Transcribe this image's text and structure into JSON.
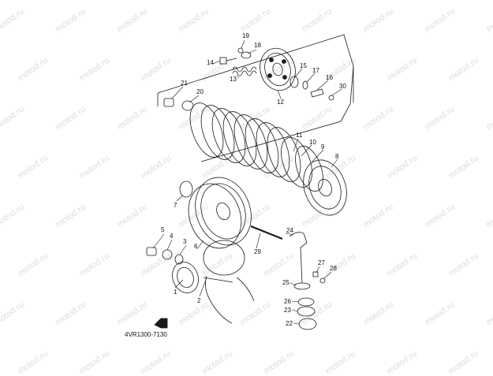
{
  "diagram": {
    "figure_code": "4VR1300-7130",
    "watermark_text": "motod.ru",
    "callouts": [
      "19",
      "18",
      "14",
      "13",
      "12",
      "15",
      "17",
      "16",
      "30",
      "21",
      "20",
      "11",
      "10",
      "9",
      "8",
      "7",
      "24",
      "29",
      "5",
      "4",
      "3",
      "6",
      "1",
      "2",
      "27",
      "28",
      "25",
      "26",
      "23",
      "22"
    ],
    "colors": {
      "line": "#1a1a1a",
      "watermark": "#d9dde0"
    },
    "icons": [
      "front-arrow-icon"
    ]
  }
}
